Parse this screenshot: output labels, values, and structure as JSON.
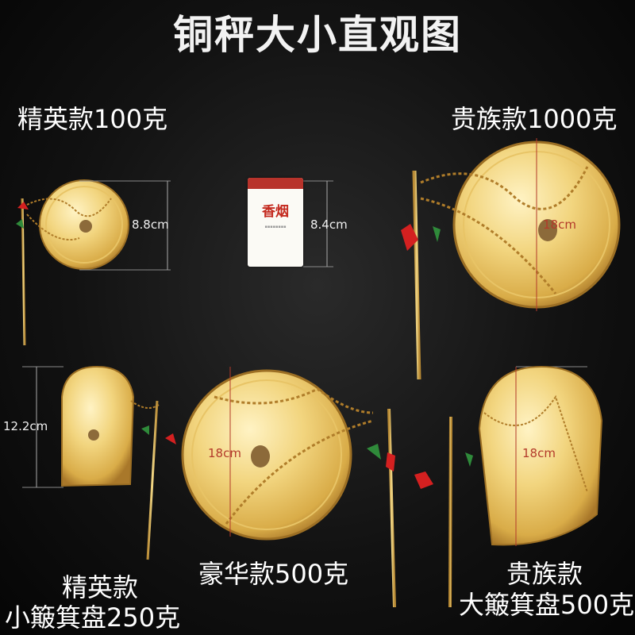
{
  "title": "铜秤大小直观图",
  "labels": {
    "elite_100": "精英款100克",
    "noble_1000": "贵族款1000克",
    "elite_line1": "精英款",
    "elite_line2": "小簸箕盘250克",
    "luxury_500": "豪华款500克",
    "noble_line1": "贵族款",
    "noble_line2": "大簸箕盘500克"
  },
  "measurements": {
    "elite_pan": "8.8cm",
    "cigarette": "8.4cm",
    "noble_pan": "18cm",
    "scoop_small": "12.2cm",
    "luxury_pan": "18cm",
    "scoop_large": "18cm"
  },
  "cigarette": {
    "brand": "香烟"
  },
  "colors": {
    "background": "#121212",
    "brass_light": "#f5dc8a",
    "brass_dark": "#b8892e",
    "tassel_red": "#d42020",
    "tassel_green": "#2f8a3a"
  }
}
